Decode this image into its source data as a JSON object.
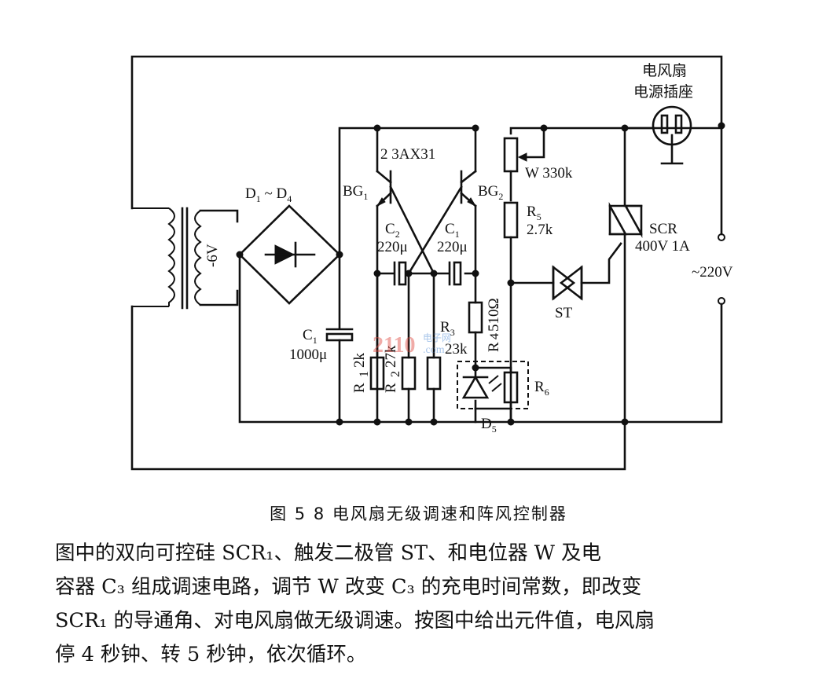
{
  "diagram": {
    "outlet_label_line1": "电风扇",
    "outlet_label_line2": "电源插座",
    "transistors_label": "2   3AX31",
    "bg1": "BG",
    "bg1_sub": "1",
    "bg2": "BG",
    "bg2_sub": "2",
    "rectifier": "D",
    "rectifier_sub1": "1",
    "rectifier_mid": " ~ D",
    "rectifier_sub2": "4",
    "transformer_voltage": "-6V",
    "c2": "C",
    "c2_sub": "2",
    "c2_value": "220μ",
    "c1top": "C",
    "c1top_sub": "1",
    "c1top_value": "220μ",
    "c1": "C",
    "c1_sub": "1",
    "c1_value": "1000μ",
    "r1": "R",
    "r1_sub": "1",
    "r1_value": "2k",
    "r2": "R",
    "r2_sub": "2",
    "r2_value": "27k",
    "r3": "R",
    "r3_sub": "3",
    "r3_value": "23k",
    "r4": "R",
    "r4_sub": "4",
    "r4_value": "510Ω",
    "r5": "R",
    "r5_sub": "5",
    "r5_value": "2.7k",
    "r6": "R",
    "r6_sub": "6",
    "d5": "D",
    "d5_sub": "5",
    "pot": "W  330k",
    "st": "ST",
    "scr": "SCR",
    "scr_rating": "400V 1A",
    "mains": "~220V",
    "watermark_num": "2110",
    "watermark_cn": "电子网",
    "watermark_url": ".com"
  },
  "caption": "图 5 8   电风扇无级调速和阵风控制器",
  "body_lines": [
    "图中的双向可控硅 SCR₁、触发二极管 ST、和电位器 W 及电",
    "容器 C₃ 组成调速电路，调节 W 改变 C₃ 的充电时间常数，即改变",
    "SCR₁ 的导通角、对电风扇做无级调速。按图中给出元件值，电风扇",
    "停 4 秒钟、转 5 秒钟，依次循环。"
  ]
}
